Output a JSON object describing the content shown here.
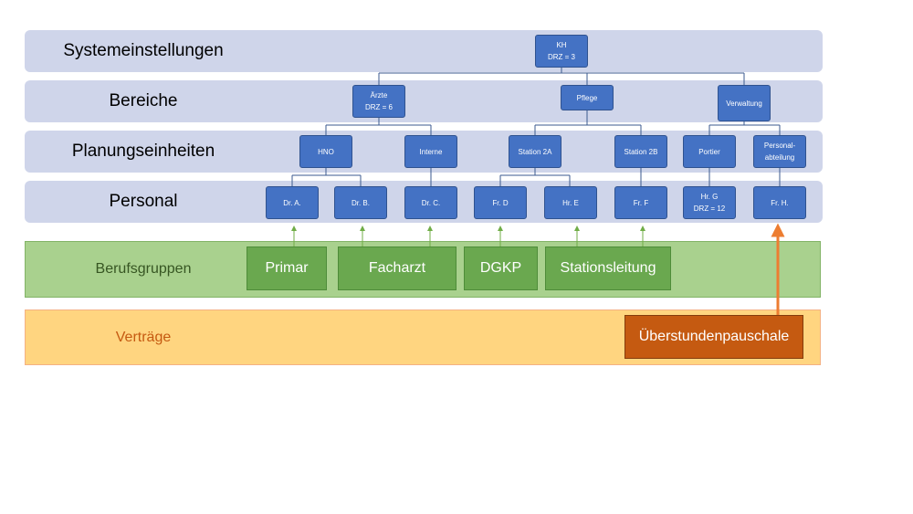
{
  "bands": {
    "system": "Systemeinstellungen",
    "areas": "Bereiche",
    "units": "Planungseinheiten",
    "staff": "Personal",
    "groups": "Berufsgruppen",
    "contracts": "Verträge"
  },
  "nodes": {
    "kh": {
      "line1": "KH",
      "line2": "DRZ = 3"
    },
    "aerzte": {
      "line1": "Ärzte",
      "line2": "DRZ = 6"
    },
    "pflege": {
      "line1": "Pflege",
      "line2": ""
    },
    "verwaltung": {
      "line1": "Verwaltung",
      "line2": ""
    },
    "hno": {
      "line1": "HNO",
      "line2": ""
    },
    "interne": {
      "line1": "Interne",
      "line2": ""
    },
    "station2a": {
      "line1": "Station 2A",
      "line2": ""
    },
    "station2b": {
      "line1": "Station 2B",
      "line2": ""
    },
    "portier": {
      "line1": "Portier",
      "line2": ""
    },
    "personalabteilung": {
      "line1": "Personal-",
      "line2": "abteilung"
    },
    "dra": {
      "line1": "Dr. A.",
      "line2": ""
    },
    "drb": {
      "line1": "Dr. B.",
      "line2": ""
    },
    "drc": {
      "line1": "Dr. C.",
      "line2": ""
    },
    "frd": {
      "line1": "Fr. D",
      "line2": ""
    },
    "hre": {
      "line1": "Hr. E",
      "line2": ""
    },
    "frf": {
      "line1": "Fr. F",
      "line2": ""
    },
    "hrg": {
      "line1": "Hr. G",
      "line2": "DRZ = 12"
    },
    "frh": {
      "line1": "Fr. H.",
      "line2": ""
    }
  },
  "groups": {
    "primar": "Primar",
    "facharzt": "Facharzt",
    "dgkp": "DGKP",
    "stationsleitung": "Stationsleitung"
  },
  "contracts": {
    "ueberstunden": "Überstundenpauschale"
  },
  "colors": {
    "band": "#cfd5ea",
    "node": "#4472c4",
    "group_band": "#a9d18e",
    "group_box": "#6aa84f",
    "contract_band": "#ffd580",
    "contract_box": "#c55a11",
    "group_text": "#375623",
    "contract_text": "#c55a11",
    "green_arrow": "#70ad47",
    "orange_arrow": "#ed7d31"
  }
}
